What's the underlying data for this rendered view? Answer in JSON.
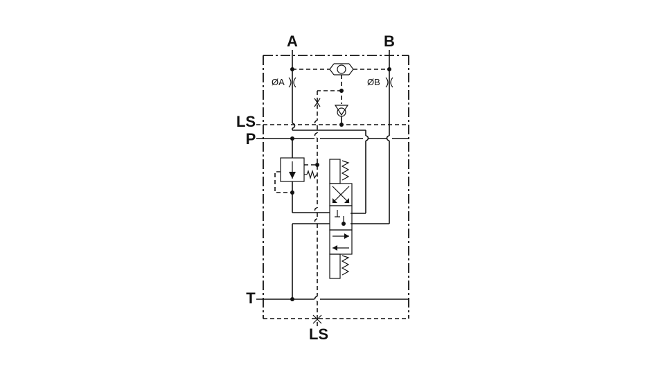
{
  "ports": {
    "a": "A",
    "b": "B",
    "ls_left": "LS",
    "p": "P",
    "t": "T",
    "ls_bottom": "LS"
  },
  "orifices": {
    "a": "ØA",
    "b": "ØB"
  }
}
